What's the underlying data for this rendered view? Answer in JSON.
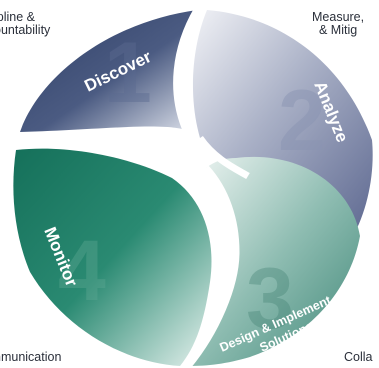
{
  "corners": {
    "top_left": [
      "ipline &",
      "ountability"
    ],
    "top_right": [
      "Measure,",
      "& Mitig"
    ],
    "bottom_left": "nmunication",
    "bottom_right": "Colla"
  },
  "segments": [
    {
      "number": "1",
      "label": "Discover"
    },
    {
      "number": "2",
      "label": "Analyze"
    },
    {
      "number": "3",
      "label": "Design & Implement",
      "label2": "Solutions"
    },
    {
      "number": "4",
      "label": "Monitor"
    }
  ],
  "colors": {
    "discover": "#3b4c74",
    "analyze": "#6f7a9c",
    "design": "#4c8f80",
    "monitor": "#1f7a63"
  }
}
